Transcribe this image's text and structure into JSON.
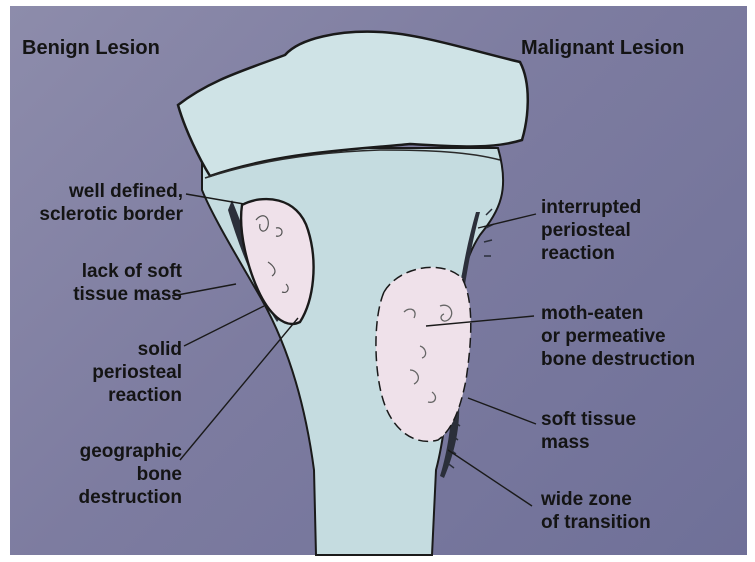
{
  "titles": {
    "left": "Benign Lesion",
    "right": "Malignant Lesion"
  },
  "labels": {
    "well_defined": [
      "well defined,",
      "sclerotic border"
    ],
    "lack_soft": [
      "lack of soft",
      "tissue mass"
    ],
    "solid_periosteal": [
      "solid",
      "periosteal",
      "reaction"
    ],
    "geographic": [
      "geographic",
      "bone",
      "destruction"
    ],
    "interrupted": [
      "interrupted",
      "periosteal",
      "reaction"
    ],
    "moth_eaten": [
      "moth-eaten",
      "or permeative",
      "bone destruction"
    ],
    "soft_tissue_mass": [
      "soft tissue",
      "mass"
    ],
    "wide_zone": [
      "wide zone",
      "of transition"
    ]
  },
  "colors": {
    "background": "#7f7ea2",
    "bone": "#c5dce0",
    "lesion": "#efe1ea",
    "outline": "#1a1a1a",
    "cortex": "#2b2f3a"
  }
}
